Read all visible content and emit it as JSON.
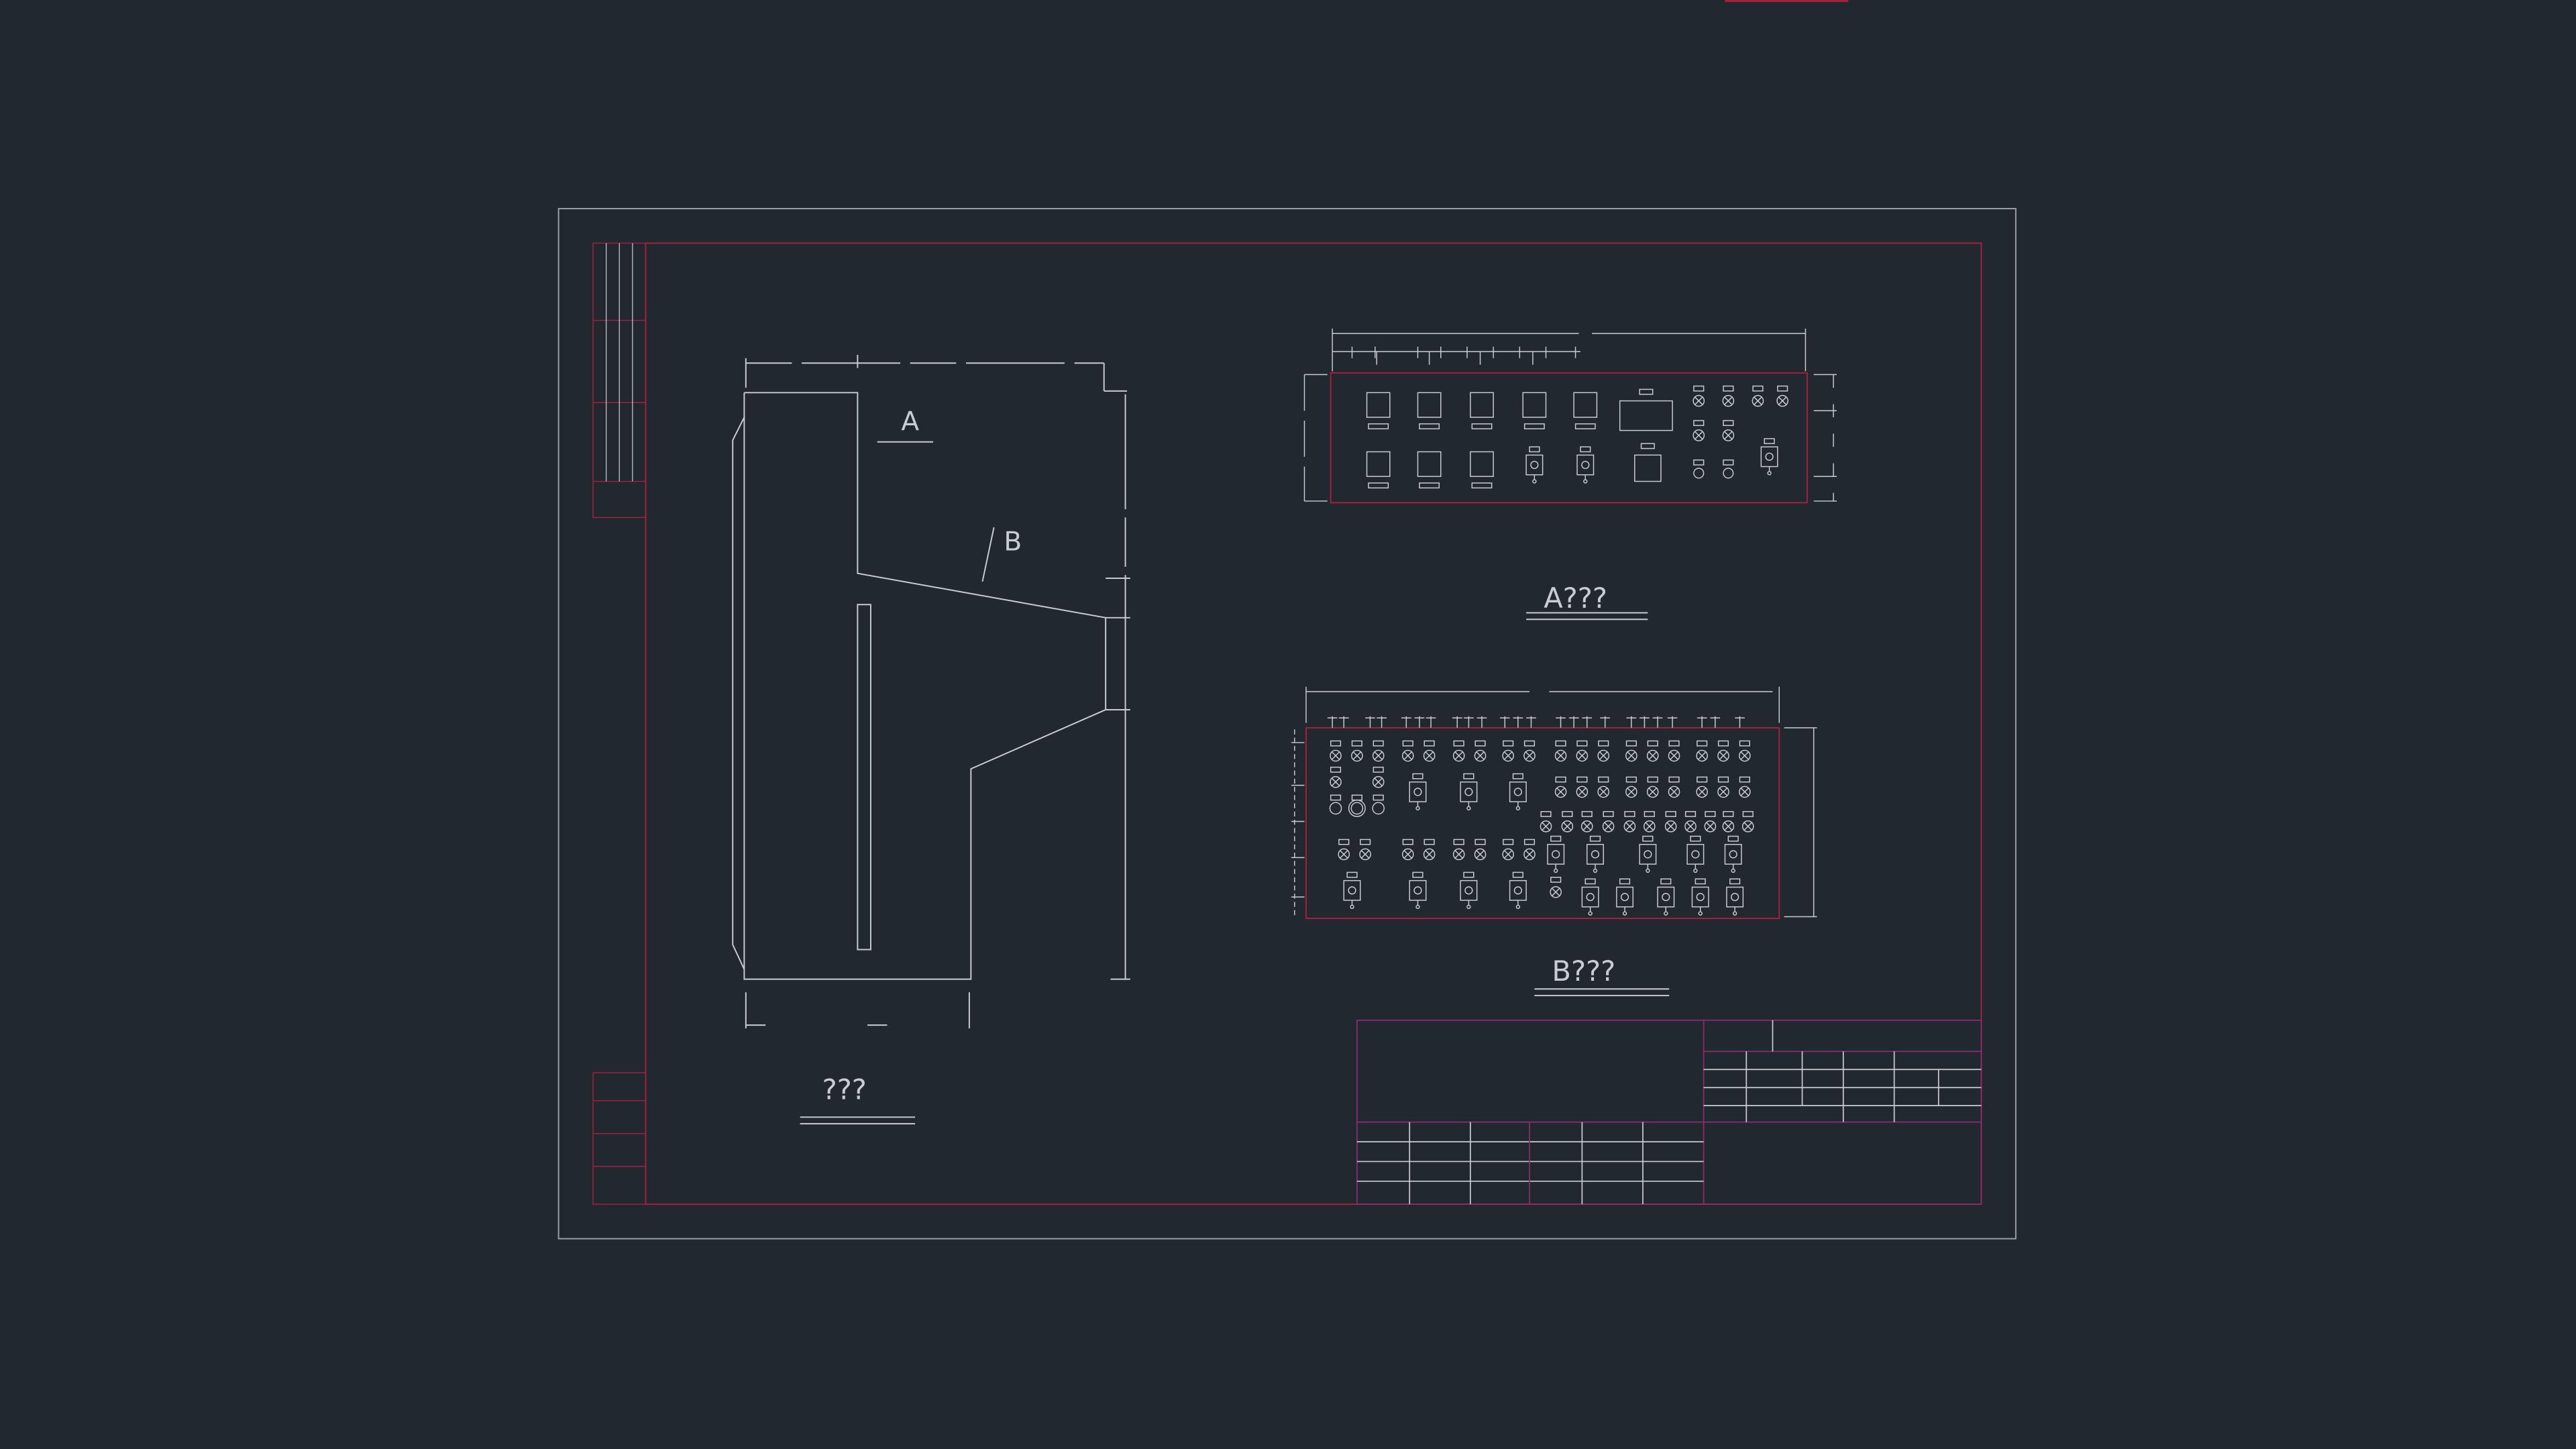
{
  "drawing": {
    "side_view": {
      "label_a": "A",
      "label_b": "B",
      "caption": "???"
    },
    "view_a": {
      "caption": "A???"
    },
    "view_b": {
      "caption": "B???"
    }
  },
  "colors": {
    "background": "#212830",
    "white_line": "#c8cdd2",
    "red_line": "#a3213f",
    "magenta_line": "#8e2d6e"
  }
}
